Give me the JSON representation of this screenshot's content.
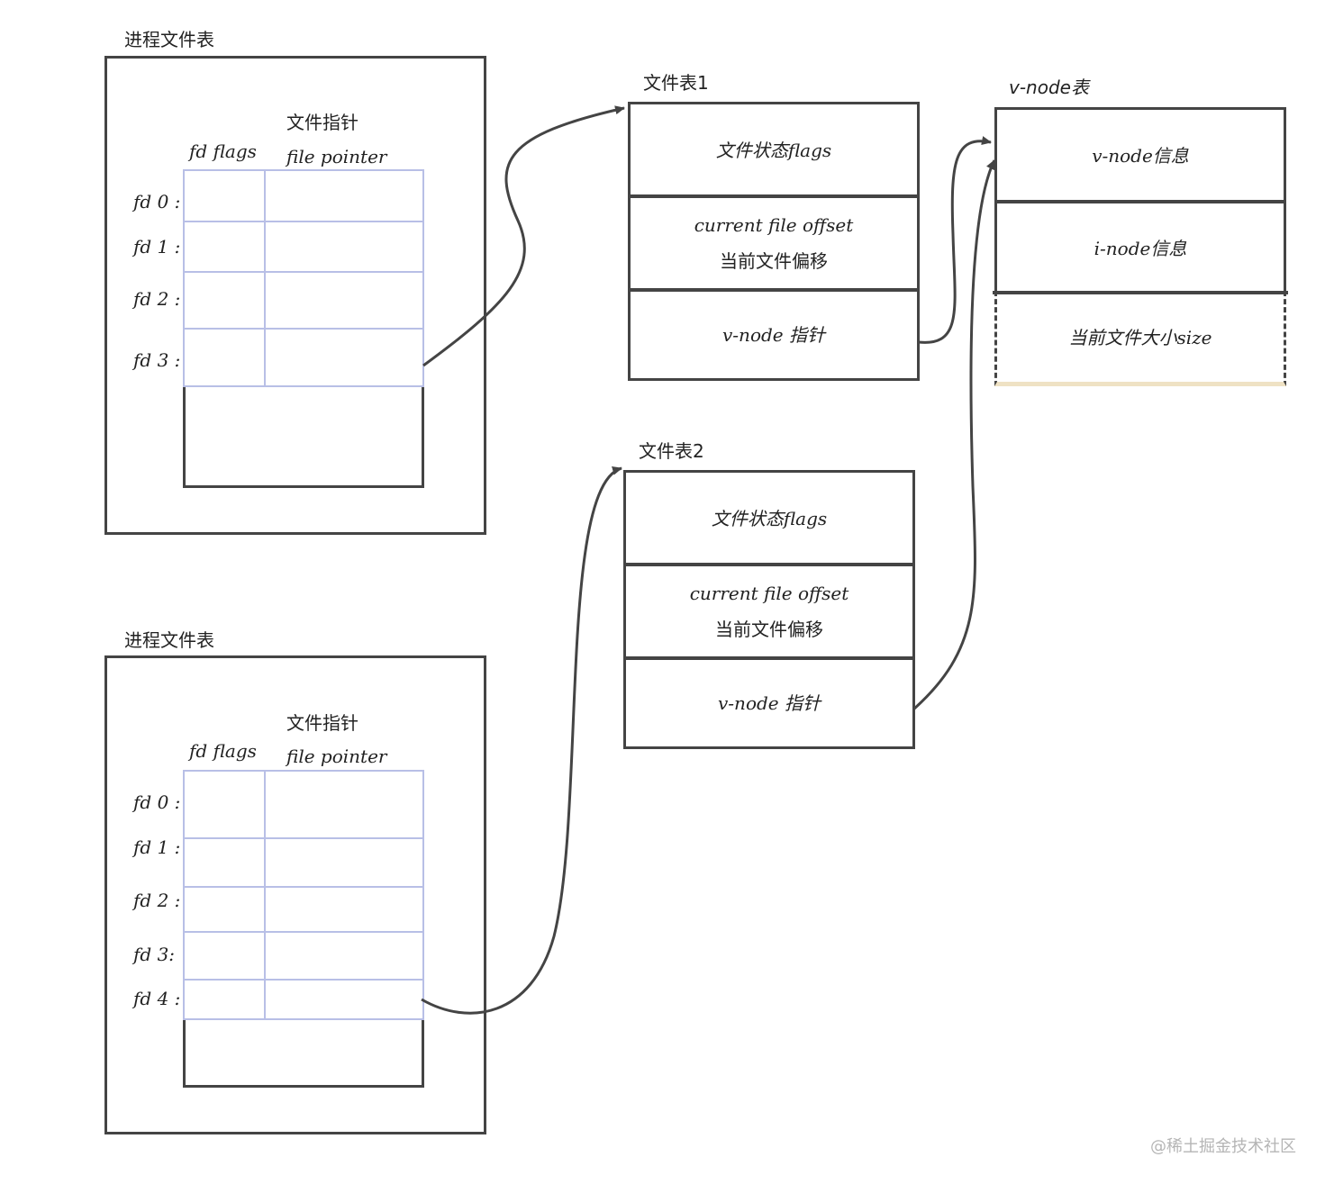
{
  "process_tables": [
    {
      "title": "进程文件表",
      "col_fd_flags": "fd flags",
      "col_pointer_cn": "文件指针",
      "col_pointer_en": "file pointer",
      "fds": [
        "fd 0 :",
        "fd 1 :",
        "fd 2 :",
        "fd 3 :"
      ]
    },
    {
      "title": "进程文件表",
      "col_fd_flags": "fd flags",
      "col_pointer_cn": "文件指针",
      "col_pointer_en": "file pointer",
      "fds": [
        "fd 0 :",
        "fd 1 :",
        "fd 2 :",
        "fd 3:",
        "fd 4 :"
      ]
    }
  ],
  "file_tables": [
    {
      "title": "文件表1",
      "rows": [
        {
          "lines": [
            "文件状态flags"
          ]
        },
        {
          "lines": [
            "current file offset",
            "当前文件偏移"
          ]
        },
        {
          "lines": [
            "v-node 指针"
          ]
        }
      ]
    },
    {
      "title": "文件表2",
      "rows": [
        {
          "lines": [
            "文件状态flags"
          ]
        },
        {
          "lines": [
            "current file offset",
            "当前文件偏移"
          ]
        },
        {
          "lines": [
            "v-node 指针"
          ]
        }
      ]
    }
  ],
  "vnode_table": {
    "title": "v-node表",
    "rows": [
      {
        "lines": [
          "v-node信息"
        ]
      },
      {
        "lines": [
          "i-node信息"
        ]
      },
      {
        "lines": [
          "当前文件大小size"
        ]
      }
    ]
  },
  "watermark": "@稀土掘金技术社区"
}
